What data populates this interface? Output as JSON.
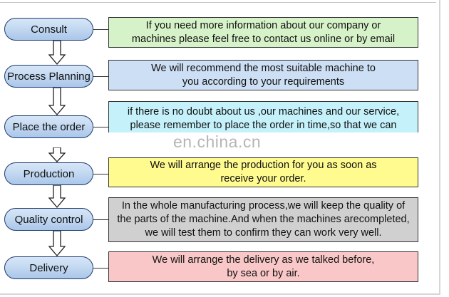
{
  "watermark": "en.china.cn",
  "colors": {
    "step_fill": "#c0d6f0",
    "step_border": "#1f3b6e",
    "consult_box": "#d6f2c8",
    "planning_box": "#cddff4",
    "order_box": "#c5f1fb",
    "production_box": "#fffb8f",
    "quality_box": "#d0d0d0",
    "delivery_box": "#f9c7c7"
  },
  "steps": [
    {
      "label": "Consult",
      "lines": [
        "If you need more information about our company or",
        "machines  please feel free to contact us online or by email"
      ]
    },
    {
      "label": "Process Planning",
      "lines": [
        "We will recommend the most suitable machine to",
        "you according to your requirements"
      ]
    },
    {
      "label": "Place the order",
      "lines": [
        "if there is no doubt about us ,our machines and our service,",
        "please remember to place the order in time,so that we can"
      ]
    },
    {
      "label": "Production",
      "lines": [
        "We will arrange the production for you as soon as",
        "receive your order."
      ]
    },
    {
      "label": "Quality control",
      "lines": [
        "In the whole manufacturing process,we will keep the quality of",
        "the parts of the machine.And when the machines arecompleted,",
        "we will test them to confirm they can work very well."
      ]
    },
    {
      "label": "Delivery",
      "lines": [
        "We will arrange the delivery as we talked before,",
        "by sea or by air."
      ]
    }
  ]
}
